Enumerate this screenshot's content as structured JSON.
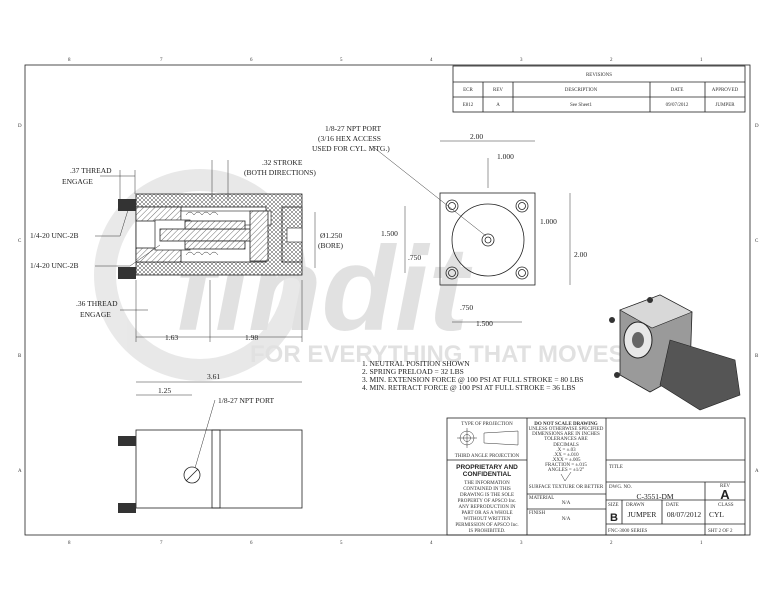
{
  "zone_numbers": [
    "8",
    "7",
    "6",
    "5",
    "4",
    "3",
    "2",
    "1"
  ],
  "zone_letters": [
    "D",
    "C",
    "B",
    "A"
  ],
  "revisions": {
    "title": "REVISIONS",
    "headers": [
      "ECR",
      "REV",
      "DESCRIPTION",
      "DATE",
      "APPROVED"
    ],
    "rows": [
      [
        "E812",
        "A",
        "See Sheet1",
        "09/07/2012",
        "JUMPER"
      ]
    ]
  },
  "watermark": {
    "brand": "findit",
    "tagline": "FOR EVERYTHING THAT MOVES",
    "brand_color": "#c8141e"
  },
  "section_view": {
    "thread_top": [
      ".37 THREAD",
      "ENGAGE"
    ],
    "stroke": [
      ".32 STROKE",
      "(BOTH DIRECTIONS)"
    ],
    "unc_1": "1/4-20 UNC-2B",
    "unc_2": "1/4-20 UNC-2B",
    "thread_bottom": [
      ".36 THREAD",
      "ENGAGE"
    ],
    "bore": [
      "Ø1.250",
      "(BORE)"
    ],
    "dim_left": "1.63",
    "dim_right": "1.98"
  },
  "end_view": {
    "port": [
      "1/8-27 NPT PORT",
      "(3/16 HEX ACCESS",
      "USED FOR CYL. MTG.)"
    ],
    "width": "2.00",
    "half_width": "1.000",
    "half_height": "1.000",
    "height": "2.00",
    "hole_height": "1.500",
    "hole_offset_v": ".750",
    "hole_offset_h": ".750",
    "hole_width": "1.500"
  },
  "side_view": {
    "length": "3.61",
    "port_pos": "1.25",
    "port": "1/8-27 NPT PORT"
  },
  "notes": [
    "1. NEUTRAL POSITION SHOWN",
    "2. SPRING PRELOAD = 32 LBS",
    "3. MIN. EXTENSION FORCE @ 100 PSI AT FULL STROKE = 80 LBS",
    "4. MIN. RETRACT FORCE @ 100 PSI AT FULL STROKE = 36 LBS"
  ],
  "title_block": {
    "projection_label": "TYPE OF PROJECTION",
    "projection_type": "THIRD ANGLE PROJECTION",
    "proprietary_title": [
      "PROPRIETARY AND",
      "CONFIDENTIAL"
    ],
    "proprietary_text": [
      "THE INFORMATION",
      "CONTAINED IN THIS",
      "DRAWING IS THE SOLE",
      "PROPERTY OF APSCO Inc.",
      "ANY REPRODUCTION IN",
      "PART OR AS A WHOLE",
      "WITHOUT WRITTEN",
      "PERMISSION OF APSCO Inc.",
      "IS PROHIBITED."
    ],
    "tolerance_lines": [
      "DO NOT SCALE DRAWING",
      "UNLESS OTHERWISE SPECIFIED",
      "DIMENSIONS ARE IN INCHES",
      "TOLERANCES ARE",
      "DECIMALS",
      ".X = ±.03",
      ".XX = ±.010",
      ".XXX = ±.005",
      "FRACTION = ±.015",
      "ANGLES = ±1/2°"
    ],
    "surface": "SURFACE TEXTURE OR BETTER",
    "material_label": "MATERIAL",
    "material": "N/A",
    "finish_label": "FINISH",
    "finish": "N/A",
    "title_label": "TITLE",
    "dwg_no_label": "DWG. NO.",
    "dwg_no": "C-3551-DM",
    "rev_label": "REV",
    "rev": "A",
    "size_label": "SIZE",
    "size": "B",
    "drawn_label": "DRAWN",
    "drawn": "JUMPER",
    "date_label": "DATE",
    "date": "08/07/2012",
    "class_label": "CLASS",
    "class": "CYL",
    "family": "FNC-3000 SERIES",
    "sheet": "SHT 2 OF 2"
  }
}
